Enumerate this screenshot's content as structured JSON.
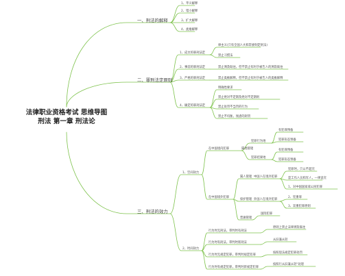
{
  "title": {
    "line1": "法律职业资格考试 思维导图",
    "line2": "刑法 第一章 刑法论"
  },
  "colors": {
    "branch": "#7dc24b",
    "text": "#555555"
  },
  "sections": [
    {
      "label": "一、刑法的解释",
      "items": [
        "1、平义解释",
        "2、错小解释",
        "3、扩大解释",
        "4、类推解释"
      ]
    },
    {
      "label": "二、罪刑法定原则",
      "items": [
        "1、成文的罪刑法定",
        "2、事前的罪刑法定",
        "3、严格的罪刑法定",
        "4、确定的罪刑法定"
      ],
      "notes": [
        "律主义(只有全国人大和常委制定刑法)",
        "禁止习惯法",
        "禁止溯及既往，但不禁止有利于被告人的溯及既往",
        "禁止类推解释，但不禁止有利于被告人的类推解释",
        "明确性要求",
        "禁止绝对不定期及绝对不定期刑",
        "禁止处罚不当罚的行为",
        "禁止不均衡，残虐的刑罚"
      ]
    },
    {
      "label": "三、刑法的效力",
      "items": [
        "1、空间效力",
        "2、时间效力"
      ],
      "space": {
        "domestic": "在中国境内犯罪",
        "foreign": "在中国境外犯罪",
        "territorial": "属地管辖",
        "act_or_result": "犯罪行为地",
        "result_place": "犯罪结果地",
        "personal": "属人管辖",
        "protective": "保护管辖",
        "universal": "普遍管辖",
        "chinese": "中国人在境外犯罪",
        "foreigner": "外国人在境外犯罪",
        "leaves": [
          "有犯罪预备",
          "犯罪形态预备",
          "有犯罪预备",
          "犯罪形态预备",
          "犯罪时，只以不超究",
          "是工作人员和军人，一律追究",
          "1、对中国国家或公民犯罪",
          "2、犯重罪",
          "3、双重犯罪原则",
          "国际犯罪"
        ]
      },
      "time": {
        "items": [
          "行为时无刑法，审判时有刑法",
          "行为时有刑法，审判时新刑法",
          "行为时无规定犯罪，审判时规定犯罪",
          "行为时有规定犯罪，审判时新规定犯罪"
        ],
        "notes": [
          "原则上禁止法律溯及既往",
          "从旧兼从轻",
          "按照现法规定犯罪处罚",
          "按照行从旧兼从轻\"处理"
        ]
      }
    }
  ]
}
